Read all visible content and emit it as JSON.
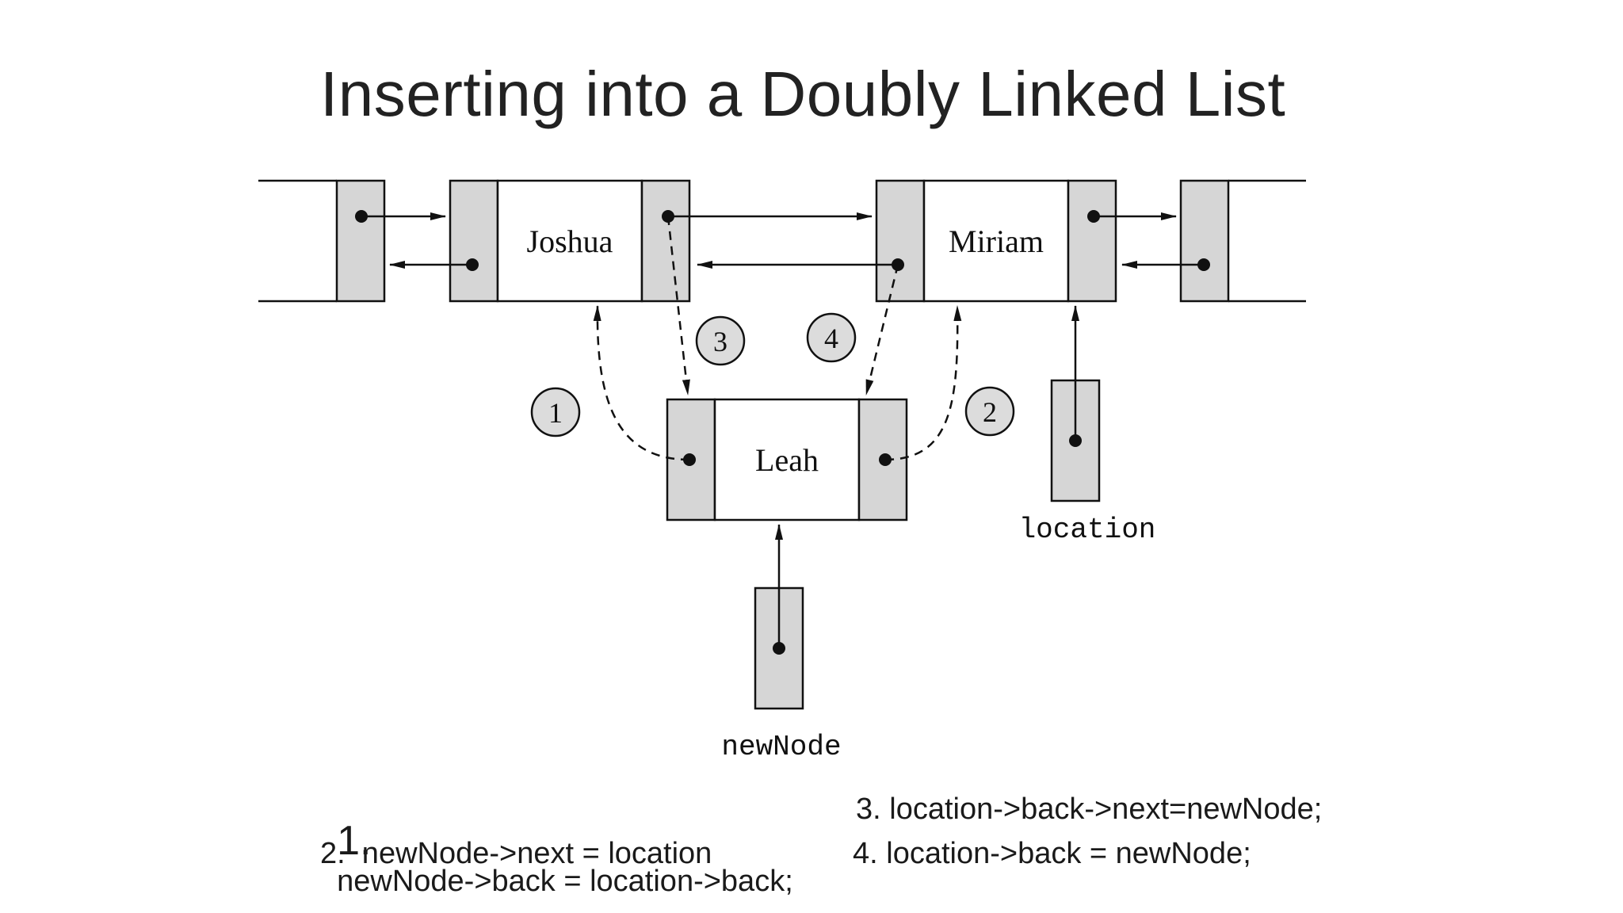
{
  "slide": {
    "title": "Inserting into a Doubly Linked List"
  },
  "diagram": {
    "nodes": {
      "joshua": "Joshua",
      "miriam": "Miriam",
      "leah": "Leah"
    },
    "pointers": {
      "location": "location",
      "newNode": "newNode"
    },
    "steps": [
      "1",
      "2",
      "3",
      "4"
    ]
  },
  "code": {
    "line1_num": "1.",
    "line1_a": "newNode->back = location->back;",
    "line1_b": "3. location->back->next=newNode;",
    "line2_a": "2.  newNode->next = location",
    "line2_b": "4. location->back = newNode;"
  },
  "colors": {
    "cell_fill": "#d6d6d6",
    "stroke": "#111111",
    "circle_fill": "#dcdcdc"
  }
}
